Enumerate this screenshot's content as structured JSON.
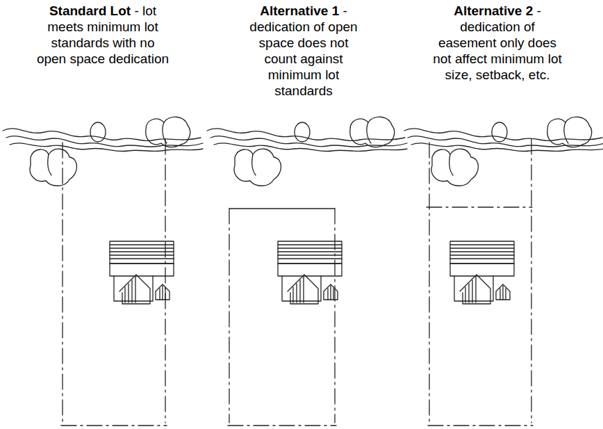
{
  "diagram": {
    "labels": [
      "Standard Lot",
      "- lot meets minimum lot standards with no open space dedication",
      "Alternative 1",
      "- dedication of open space does not count against minimum lot standards",
      "Alternative 2",
      "- dedication of easement only does not affect minimum lot size, setback, etc."
    ]
  }
}
